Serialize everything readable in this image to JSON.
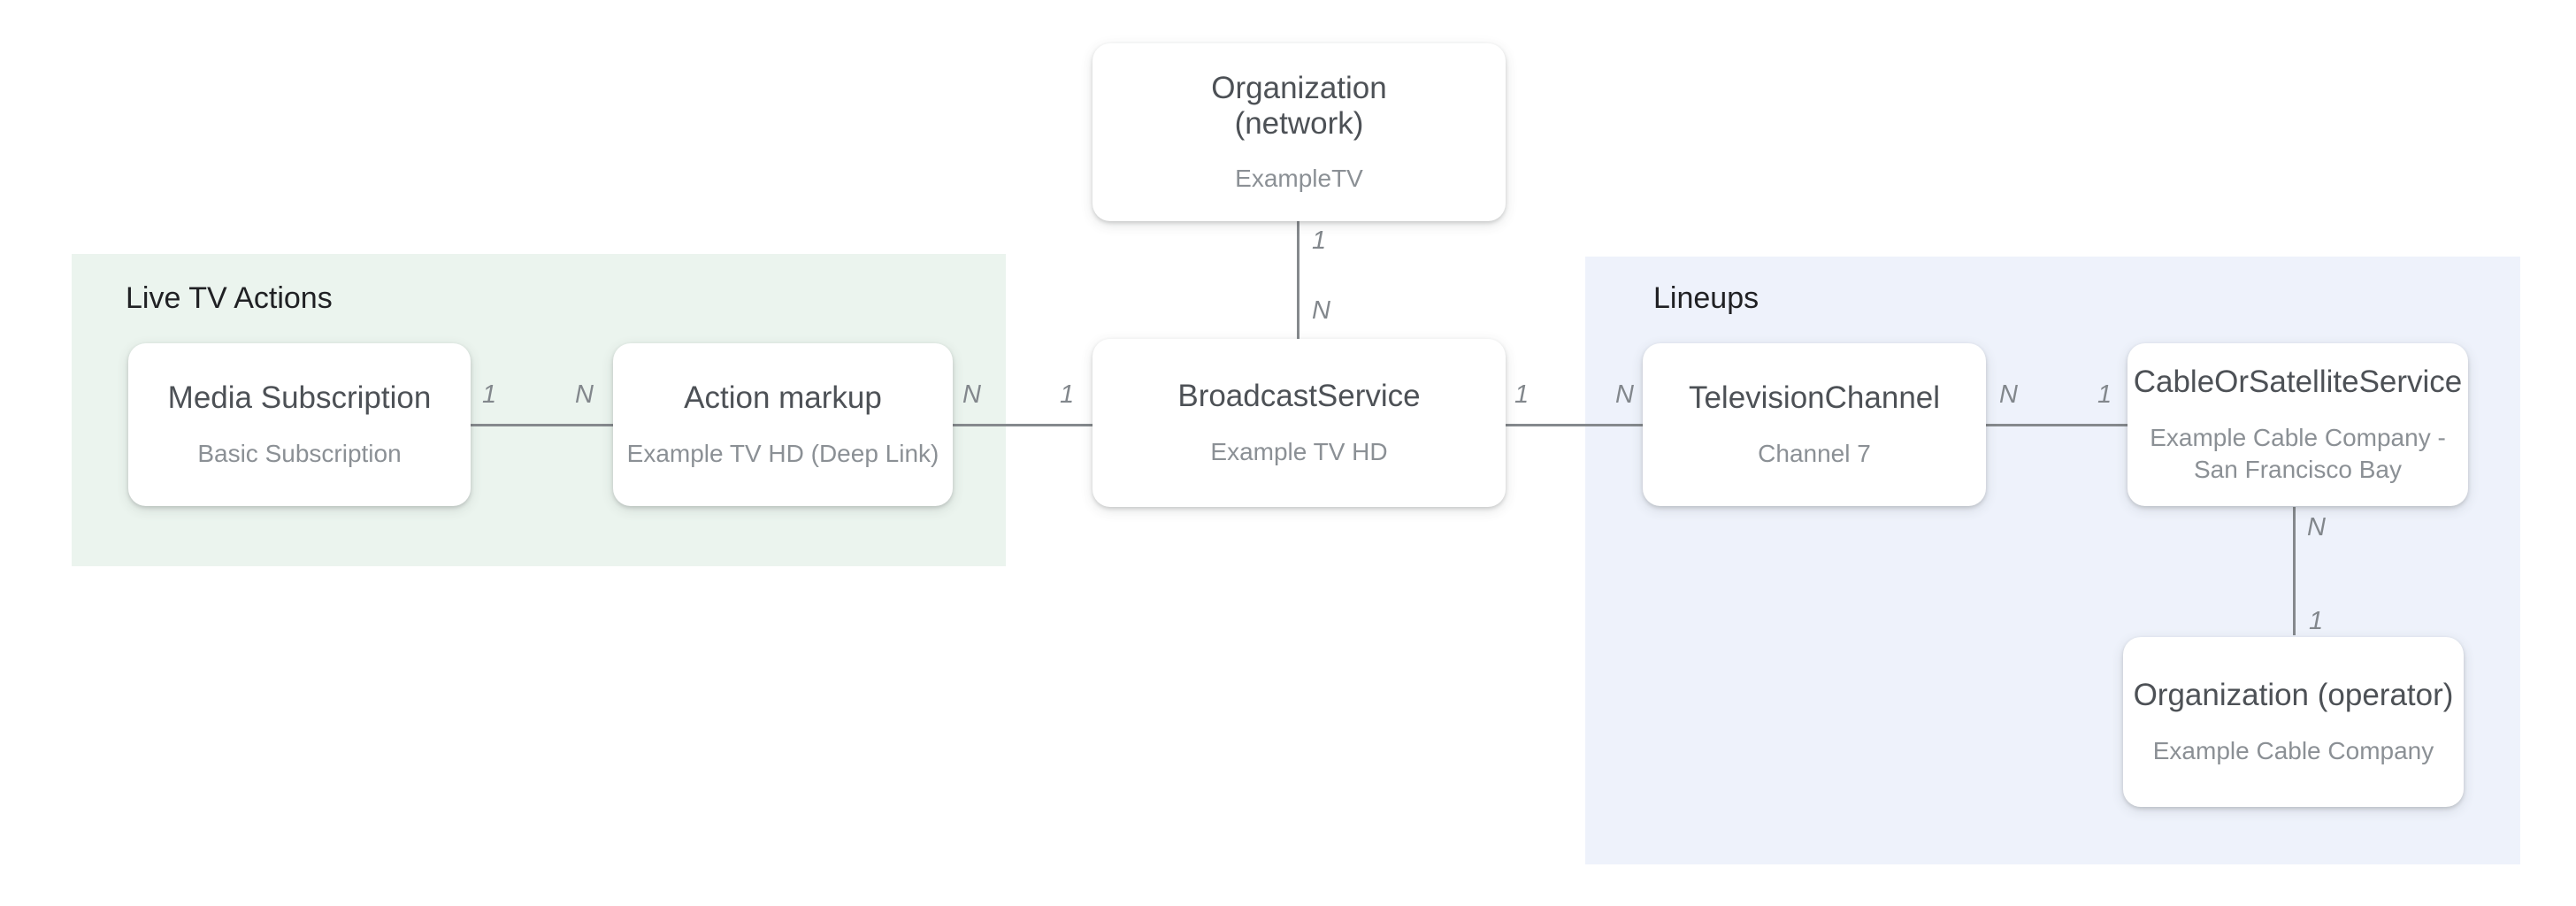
{
  "diagram": {
    "groups": {
      "live_tv_actions": {
        "label": "Live TV Actions",
        "bg": "#ebf4ee"
      },
      "lineups": {
        "label": "Lineups",
        "bg": "#eef2fb"
      }
    },
    "nodes": {
      "organization_network": {
        "title": "Organization (network)",
        "subtitle": "ExampleTV"
      },
      "media_subscription": {
        "title": "Media Subscription",
        "subtitle": "Basic Subscription"
      },
      "action_markup": {
        "title": "Action markup",
        "subtitle": "Example TV HD (Deep Link)"
      },
      "broadcast_service": {
        "title": "BroadcastService",
        "subtitle": "Example TV HD"
      },
      "television_channel": {
        "title": "TelevisionChannel",
        "subtitle": "Channel 7"
      },
      "cable_or_satellite_service": {
        "title": "CableOrSatelliteService",
        "subtitle": "Example Cable Company - San Francisco Bay"
      },
      "organization_operator": {
        "title": "Organization (operator)",
        "subtitle": "Example Cable Company"
      }
    },
    "edges": {
      "network_to_broadcast": {
        "from_card": "1",
        "to_card": "N"
      },
      "media_subscription_to_action_markup": {
        "from_card": "1",
        "to_card": "N"
      },
      "action_markup_to_broadcast": {
        "from_card": "N",
        "to_card": "1"
      },
      "broadcast_to_television_channel": {
        "from_card": "1",
        "to_card": "N"
      },
      "television_channel_to_cable": {
        "from_card": "N",
        "to_card": "1"
      },
      "cable_to_operator": {
        "from_card": "N",
        "to_card": "1"
      }
    },
    "colors": {
      "node_bg": "#ffffff",
      "title": "#4d5156",
      "subtitle": "#8b9095",
      "heading": "#202124",
      "connector": "#85898d",
      "cardinality": "#82878c",
      "live_group_bg": "#ebf4ee",
      "lineups_group_bg": "#eef2fb"
    }
  }
}
